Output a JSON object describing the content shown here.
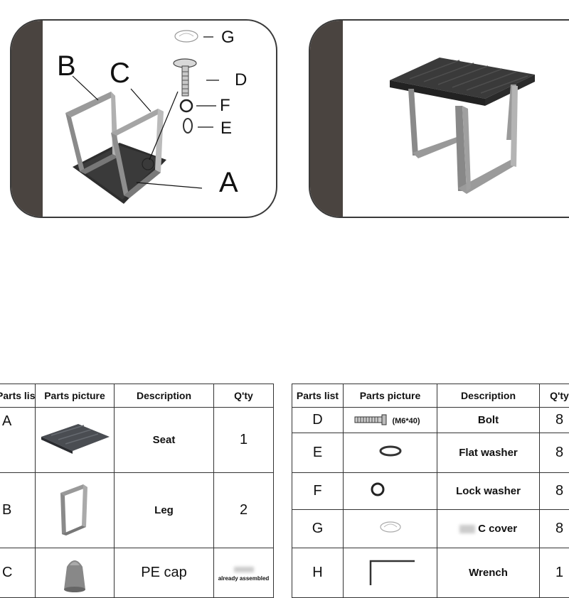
{
  "diagram": {
    "labels": {
      "A": "A",
      "B": "B",
      "C": "C",
      "D": "D",
      "E": "E",
      "F": "F",
      "G": "G"
    }
  },
  "table": {
    "left_headers": [
      "Parts list",
      "Parts  picture",
      "Description",
      "Q'ty"
    ],
    "right_headers": [
      "Parts list",
      "Parts  picture",
      "Description",
      "Q'ty"
    ],
    "left_rows": [
      {
        "letter": "A",
        "description": "Seat",
        "qty": "1"
      },
      {
        "letter": "B",
        "description": "Leg",
        "qty": "2"
      },
      {
        "letter": "C",
        "description": "PE cap",
        "qty_note": "already assembled"
      }
    ],
    "right_rows": [
      {
        "letter": "D",
        "picture_note": "(M6*40)",
        "description": "Bolt",
        "qty": "8"
      },
      {
        "letter": "E",
        "description": "Flat washer",
        "qty": "8"
      },
      {
        "letter": "F",
        "description": "Lock washer",
        "qty": "8"
      },
      {
        "letter": "G",
        "description": "C cover",
        "qty": "8"
      },
      {
        "letter": "H",
        "description": "Wrench",
        "qty": "1"
      }
    ]
  }
}
